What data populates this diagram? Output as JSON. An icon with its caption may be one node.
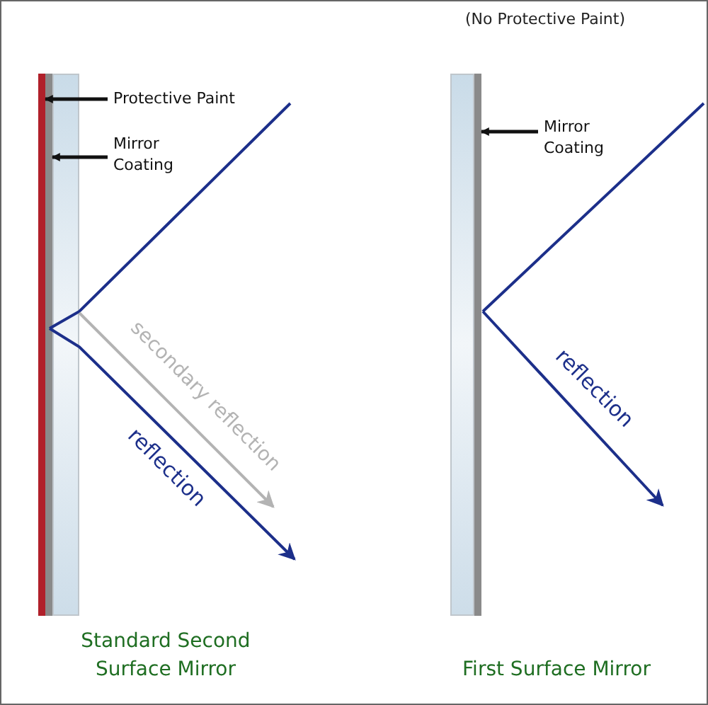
{
  "diagram": {
    "nodes": [
      {
        "text": [
          "Protective Paint"
        ]
      },
      {
        "text": [],
        "shape": "bar"
      },
      {
        "text": [
          "Mirror Coating"
        ]
      },
      {
        "text": [],
        "shape": "bar"
      },
      {
        "text": [
          "Mirror Coating"
        ]
      },
      {
        "text": [],
        "shape": "bar"
      },
      {
        "text": [],
        "shape": "box"
      },
      {
        "text": [],
        "shape": "box"
      }
    ],
    "edges": [
      {
        "from": 0,
        "to": 1,
        "arrow": "to"
      },
      {
        "from": 2,
        "to": 3,
        "arrow": "to"
      },
      {
        "from": 4,
        "to": 5,
        "arrow": "to"
      }
    ],
    "labels": [
      "(No Protective Paint)",
      "secondary reflection",
      "reflection",
      "reflection",
      "Standard Second Surface Mirror",
      "First Surface Mirror"
    ]
  }
}
